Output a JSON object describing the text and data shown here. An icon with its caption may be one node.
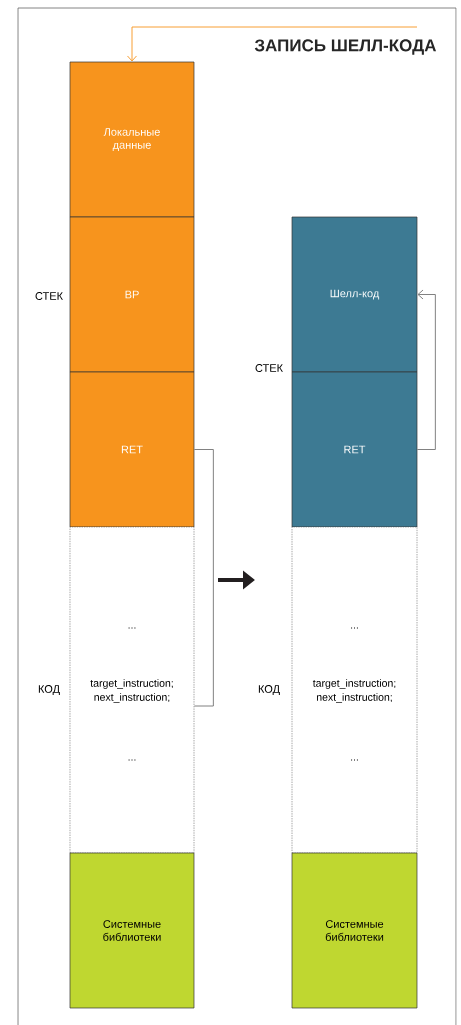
{
  "diagram": {
    "title": "ЗАПИСЬ ШЕЛЛ-КОДА",
    "nodes": [
      {
        "text": [
          "Локальные данные"
        ]
      },
      {
        "text": [
          "BP"
        ]
      },
      {
        "text": [
          "RET"
        ]
      },
      {
        "text": [
          "...",
          "target_instruction; next_instruction;",
          "..."
        ]
      },
      {
        "text": [
          "Системные библиотеки"
        ]
      },
      {
        "text": [
          "Шелл-код"
        ]
      },
      {
        "text": [
          "RET"
        ]
      },
      {
        "text": [
          "...",
          "target_instruction; next_instruction;",
          "..."
        ]
      },
      {
        "text": [
          "Системные библиотеки"
        ]
      }
    ],
    "edges": [
      {
        "from": null,
        "to": 0,
        "arrow": "to",
        "color": "#f7941d"
      },
      {
        "from": 2,
        "to": 3,
        "arrow": "none"
      },
      {
        "from": 6,
        "to": 5,
        "arrow": "to"
      }
    ],
    "labels": [
      "СТЕК",
      "КОД",
      "СТЕК",
      "КОД"
    ]
  }
}
